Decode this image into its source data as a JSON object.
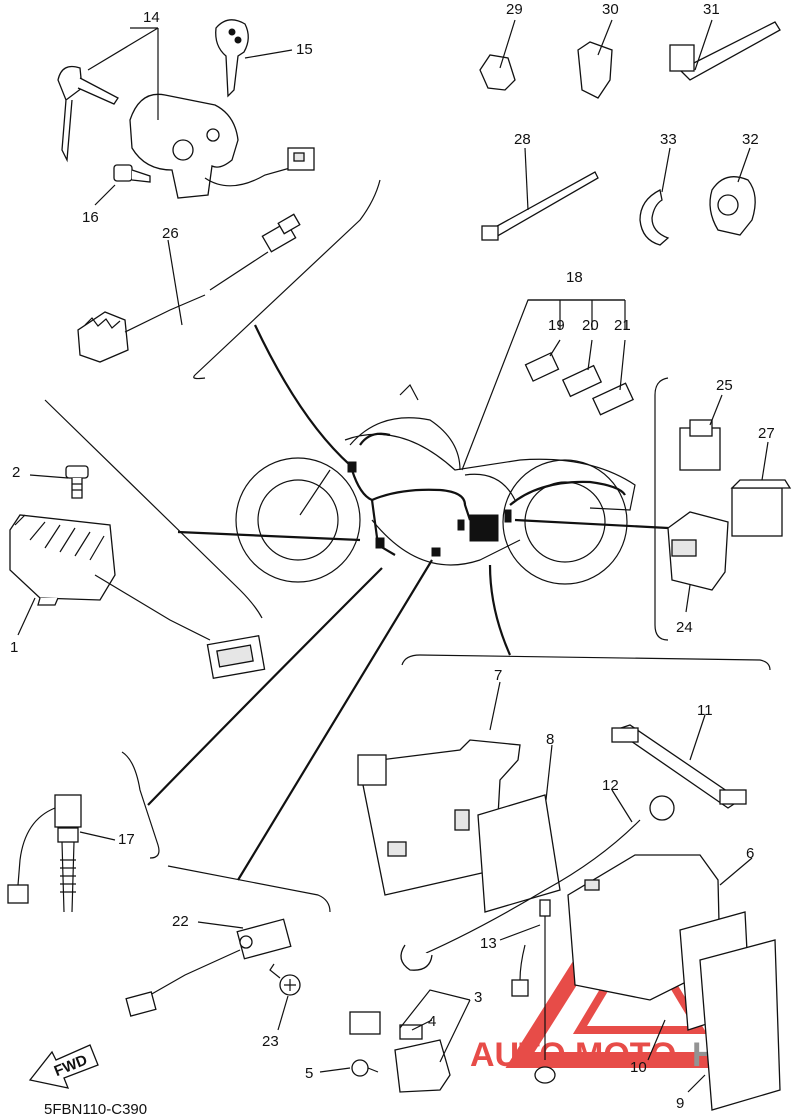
{
  "diagram_code": "5FBN110-C390",
  "fwd_label": "FWD",
  "watermark": {
    "text_a": "AUTO",
    "text_b": "MOTO",
    "text_c": "HUB",
    "color": "#e53935"
  },
  "part_numbers": {
    "p1": "1",
    "p2": "2",
    "p3": "3",
    "p4": "4",
    "p5": "5",
    "p6": "6",
    "p7": "7",
    "p8": "8",
    "p9": "9",
    "p10": "10",
    "p11": "11",
    "p12": "12",
    "p13": "13",
    "p14": "14",
    "p15": "15",
    "p16": "16",
    "p17": "17",
    "p18": "18",
    "p19": "19",
    "p20": "20",
    "p21": "21",
    "p22": "22",
    "p23": "23",
    "p24": "24",
    "p25": "25",
    "p26": "26",
    "p27": "27",
    "p28": "28",
    "p29": "29",
    "p30": "30",
    "p31": "31",
    "p32": "32",
    "p33": "33"
  }
}
